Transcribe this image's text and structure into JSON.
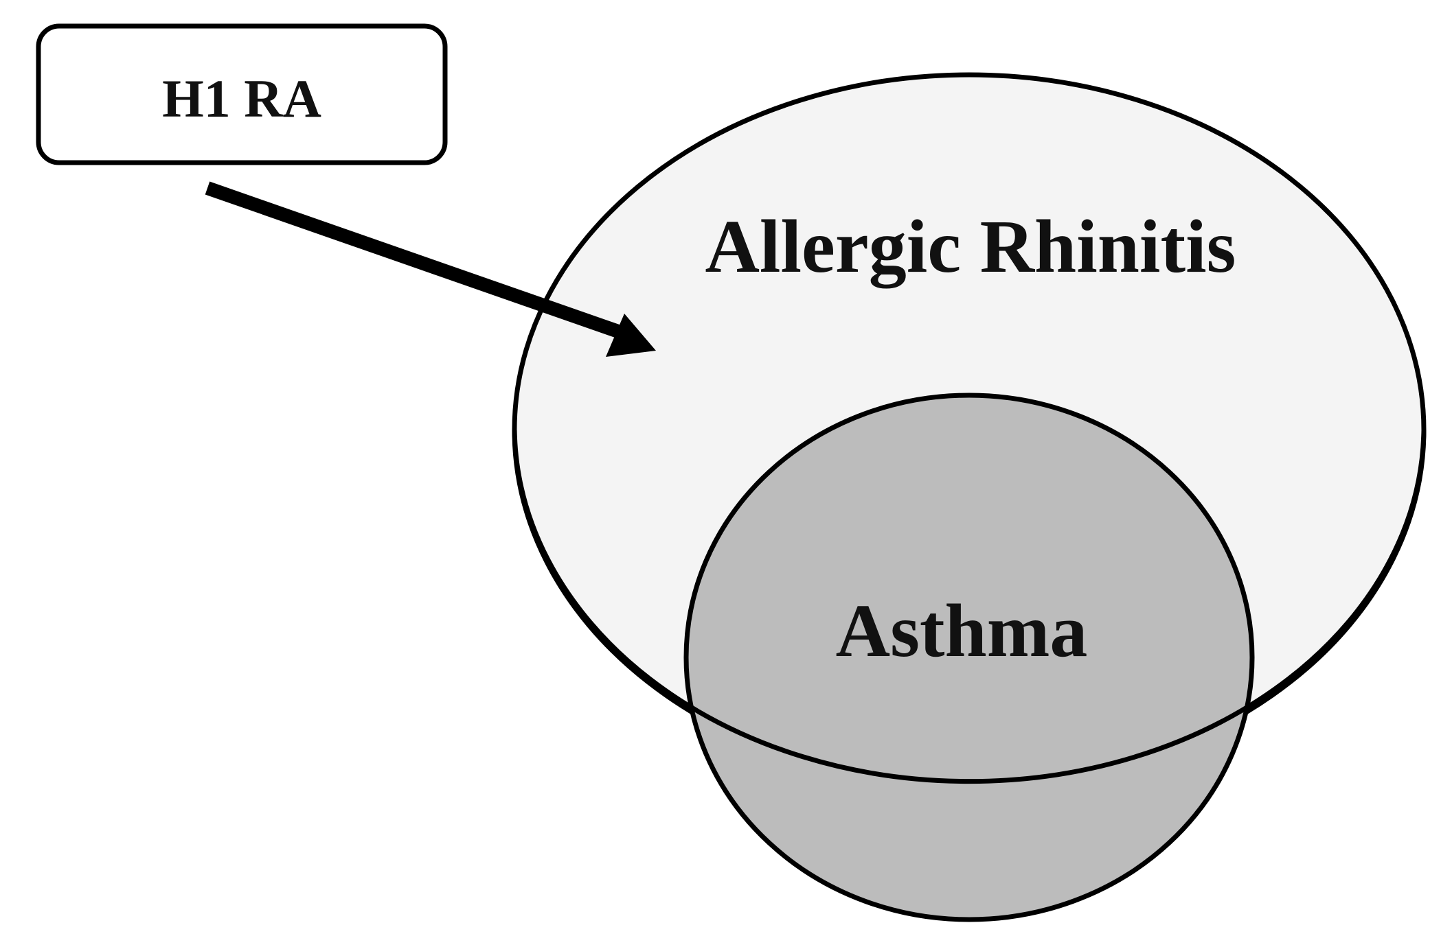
{
  "box": {
    "label": "H1 RA"
  },
  "sets": {
    "outer": {
      "label": "Allergic Rhinitis",
      "fill": "#f4f4f4"
    },
    "inner": {
      "label": "Asthma",
      "fill": "#bcbcbc"
    }
  },
  "colors": {
    "stroke": "#000000",
    "background": "#ffffff"
  },
  "arrow": {
    "from": "box",
    "to": "sets.outer"
  }
}
